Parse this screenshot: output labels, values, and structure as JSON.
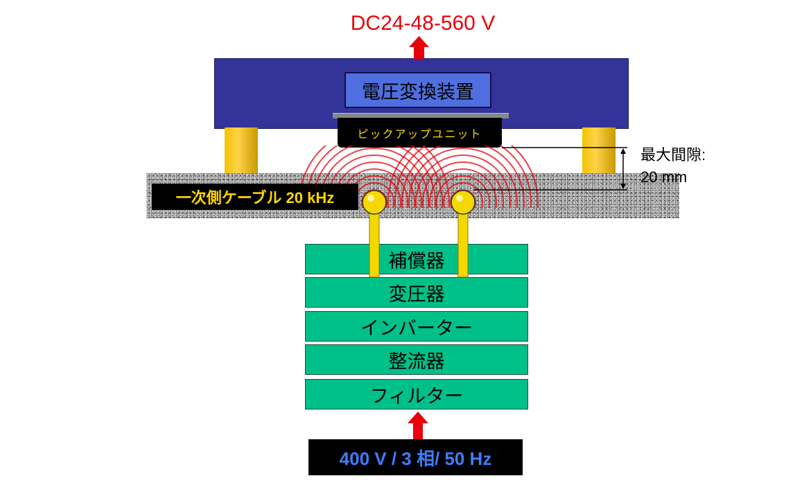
{
  "output_voltage": "DC24-48-560 V",
  "converter_label": "電圧変換装置",
  "pickup_label": "ピックアップユニット",
  "gap_label_line1": "最大間隙:",
  "gap_label_line2": "20 mm",
  "cable_label": "一次側ケーブル 20 kHz",
  "stages": [
    "補償器",
    "変圧器",
    "インバーター",
    "整流器",
    "フィルター"
  ],
  "input_label": "400 V / 3 相/ 50 Hz",
  "colors": {
    "arrow": "#e8000a",
    "vehicle": "#333399",
    "converter": "#4f6fe0",
    "stage": "#00c08a",
    "cable": "#ffd700",
    "field_rings": "#e8000a"
  }
}
